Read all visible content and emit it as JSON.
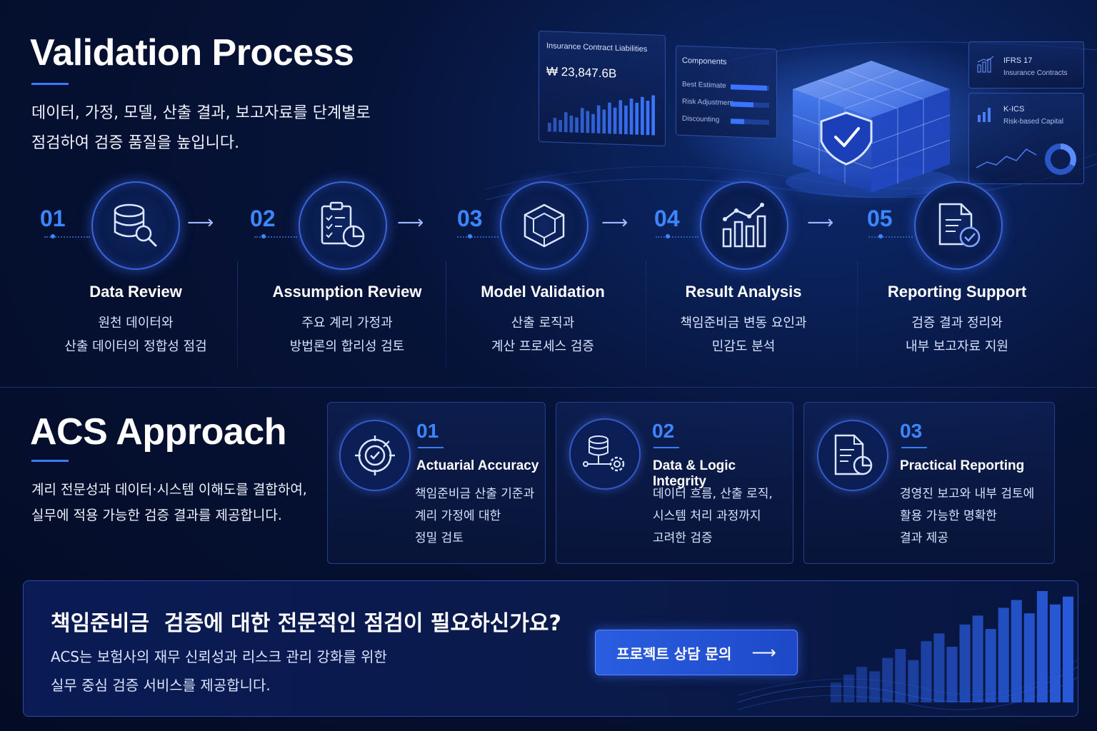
{
  "process": {
    "title": "Validation Process",
    "lead_line1": "데이터, 가정, 모델, 산출 결과, 보고자료를 단계별로",
    "lead_line2": "점검하여 검증 품질을 높입니다.",
    "steps": [
      {
        "num": "01",
        "title": "Data Review",
        "desc1": "원천 데이터와",
        "desc2": "산출 데이터의 정합성 점검",
        "icon": "database-search-icon"
      },
      {
        "num": "02",
        "title": "Assumption Review",
        "desc1": "주요 계리 가정과",
        "desc2": "방법론의 합리성 검토",
        "icon": "checklist-chart-icon"
      },
      {
        "num": "03",
        "title": "Model Validation",
        "desc1": "산출 로직과",
        "desc2": "계산 프로세스 검증",
        "icon": "cube-icon"
      },
      {
        "num": "04",
        "title": "Result Analysis",
        "desc1": "책임준비금 변동 요인과",
        "desc2": "민감도 분석",
        "icon": "bar-chart-trend-icon"
      },
      {
        "num": "05",
        "title": "Reporting Support",
        "desc1": "검증 결과 정리와",
        "desc2": "내부 보고자료 지원",
        "icon": "document-check-icon"
      }
    ]
  },
  "hero": {
    "panel1": {
      "title": "Insurance Contract Liabilities",
      "value": "₩ 23,847.6B",
      "bars": [
        0.22,
        0.35,
        0.3,
        0.5,
        0.42,
        0.38,
        0.62,
        0.55,
        0.48,
        0.7,
        0.6,
        0.78,
        0.66,
        0.85,
        0.72,
        0.9,
        0.8,
        0.95,
        0.86,
        1.0
      ]
    },
    "panel2": {
      "title": "Components",
      "items": [
        "Best Estimate",
        "Risk Adjustment",
        "Discounting"
      ],
      "levels": [
        0.95,
        0.6,
        0.35
      ]
    },
    "panel3": {
      "title": "IFRS 17",
      "subtitle": "Insurance Contracts"
    },
    "panel4": {
      "title": "K-ICS",
      "subtitle": "Risk-based Capital"
    }
  },
  "approach": {
    "title": "ACS Approach",
    "lead_line1": "계리 전문성과 데이터·시스템 이해도를 결합하여,",
    "lead_line2": "실무에 적용 가능한 검증 결과를 제공합니다.",
    "cards": [
      {
        "num": "01",
        "title": "Actuarial Accuracy",
        "desc1": "책임준비금 산출 기준과",
        "desc2": "계리 가정에 대한",
        "desc3": "정밀 검토",
        "icon": "target-check-icon"
      },
      {
        "num": "02",
        "title": "Data & Logic Integrity",
        "desc1": "데이터 흐름, 산출 로직,",
        "desc2": "시스템 처리 과정까지",
        "desc3": "고려한 검증",
        "icon": "database-gear-icon"
      },
      {
        "num": "03",
        "title": "Practical Reporting",
        "desc1": "경영진 보고와 내부 검토에",
        "desc2": "활용 가능한 명확한",
        "desc3": "결과 제공",
        "icon": "report-chart-icon"
      }
    ]
  },
  "cta": {
    "title": "책임준비금  검증에 대한 전문적인 점검이 필요하신가요?",
    "desc1": "ACS는 보험사의 재무 신뢰성과 리스크 관리 강화를 위한",
    "desc2": "실무 중심 검증 서비스를 제공합니다.",
    "button_label": "프로젝트 상담 문의",
    "bars": [
      0.18,
      0.25,
      0.32,
      0.28,
      0.4,
      0.48,
      0.38,
      0.55,
      0.62,
      0.5,
      0.7,
      0.78,
      0.66,
      0.85,
      0.92,
      0.8,
      1.0,
      0.88,
      0.95
    ]
  },
  "colors": {
    "accent": "#3d86ff",
    "background": "#061338",
    "border": "#21408e"
  }
}
